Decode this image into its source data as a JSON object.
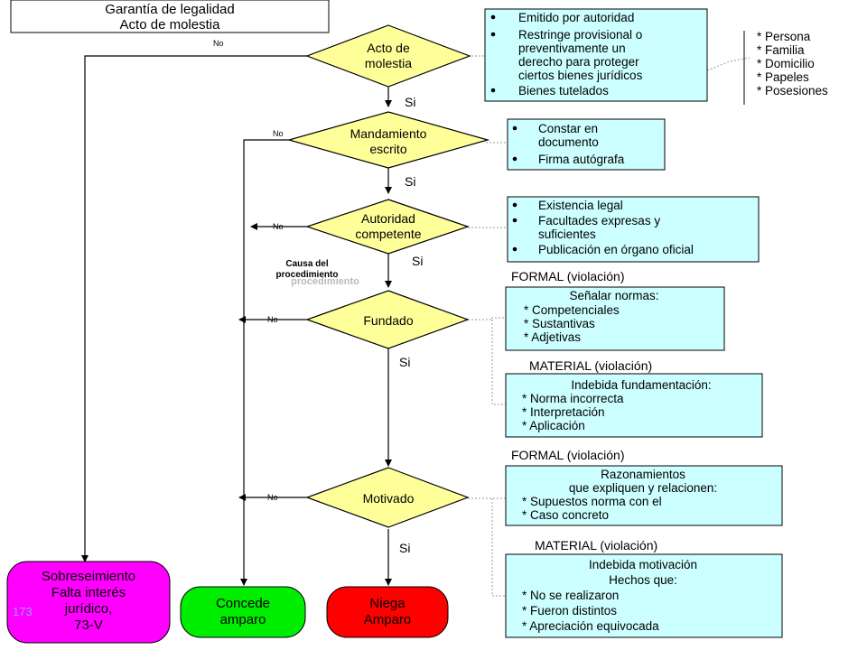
{
  "title": {
    "line1": "Garantía de legalidad",
    "line2": "Acto de molestia"
  },
  "diamonds": [
    {
      "line1": "Acto de",
      "line2": "molestia"
    },
    {
      "line1": "Mandamiento",
      "line2": "escrito"
    },
    {
      "line1": "Autoridad",
      "line2": "competente"
    },
    {
      "line1": "Fundado",
      "line2": ""
    },
    {
      "line1": "Motivado",
      "line2": ""
    }
  ],
  "labels": {
    "yes": "Si",
    "no": "No"
  },
  "causa": {
    "line1": "Causa  del",
    "line2": "procedimiento",
    "shadow": "procedimiento"
  },
  "info_boxes": {
    "box1": {
      "items": [
        "Emitido por autoridad",
        "Restringe provisional  o",
        "preventivamente un",
        "derecho para proteger",
        "ciertos bienes jurídicos",
        "Bienes tutelados"
      ]
    },
    "box2": {
      "items": [
        "Constar en",
        "documento",
        "Firma autógrafa"
      ]
    },
    "box3": {
      "items": [
        "Existencia legal",
        "Facultades expresas y",
        "suficientes",
        "Publicación en órgano oficial"
      ]
    },
    "box4": {
      "header": "FORMAL (violación)",
      "items": [
        "Señalar normas:",
        "* Competenciales",
        "* Sustantivas",
        "* Adjetivas"
      ]
    },
    "box5": {
      "header": "MATERIAL (violación)",
      "items": [
        "Indebida fundamentación:",
        "* Norma incorrecta",
        "* Interpretación",
        "* Aplicación"
      ]
    },
    "box6": {
      "header": "FORMAL (violación)",
      "items": [
        "Razonamientos",
        "que expliquen y relacionen:",
        "* Supuestos norma  con el",
        "* Caso concreto"
      ]
    },
    "box7": {
      "header": "MATERIAL (violación)",
      "items": [
        "Indebida motivación",
        "Hechos que:",
        "* No se realizaron",
        "* Fueron distintos",
        "* Apreciación equivocada"
      ]
    }
  },
  "side_list": [
    "* Persona",
    "* Familia",
    "* Domicilio",
    "* Papeles",
    "* Posesiones"
  ],
  "outcomes": {
    "sobreseimiento": [
      "Sobreseimiento",
      "Falta interés",
      "jurídico,",
      "73-V"
    ],
    "concede": [
      "Concede",
      "amparo"
    ],
    "niega": [
      "Niega",
      "Amparo"
    ]
  },
  "page_number": "173",
  "colors": {
    "diamond_fill": "#ffff99",
    "info_fill": "#ccffff",
    "sobreseimiento_fill": "#ff00ff",
    "concede_fill": "#00ee00",
    "niega_fill": "#ff0000",
    "page_number": "#9999ff"
  }
}
